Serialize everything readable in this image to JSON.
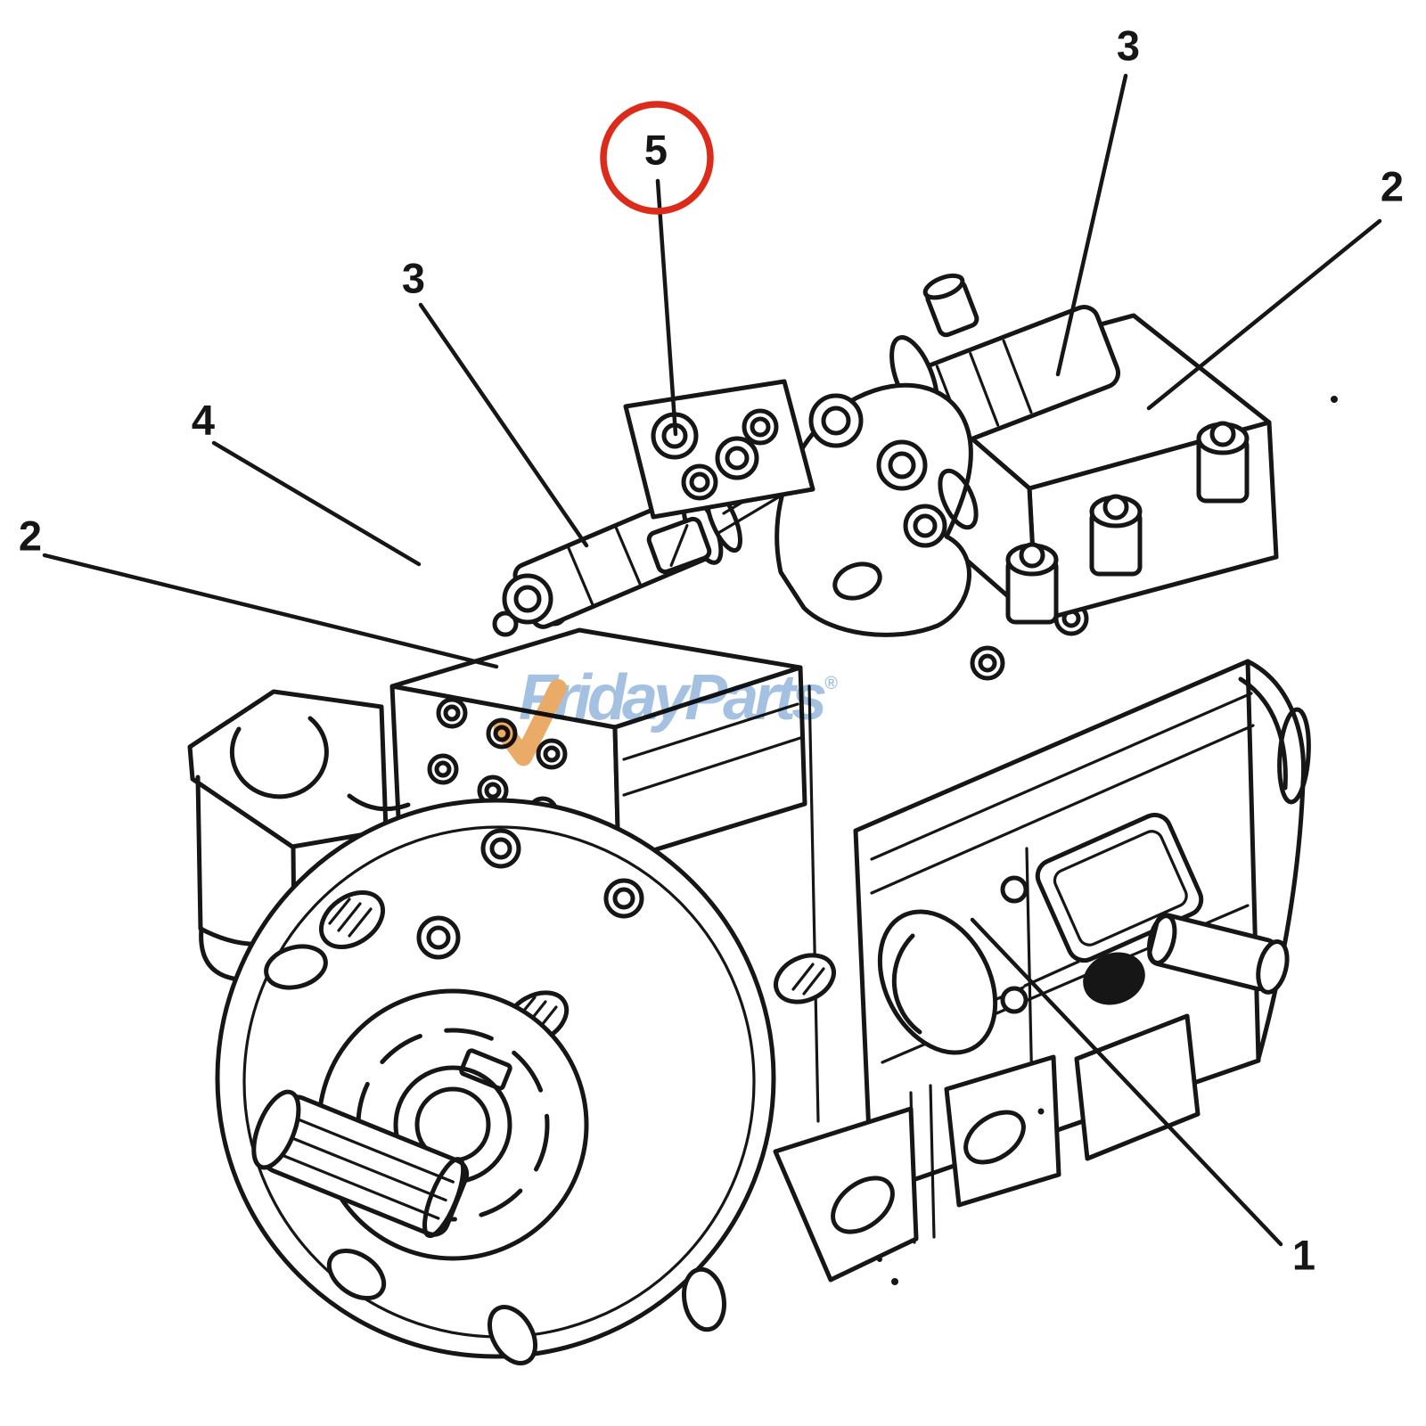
{
  "colors": {
    "line": "#161616",
    "highlight_circle_red": "#dc2b1b",
    "watermark_text_blue": "#9cbcdf",
    "watermark_check_orange": "#e8a45a",
    "background": "#ffffff"
  },
  "watermark": {
    "brand_prefix": "Frida",
    "brand_y": "y",
    "brand_suffix": "Parts",
    "registered_mark": "®"
  },
  "callouts": [
    {
      "label": "5",
      "highlighted": true,
      "position": "top-center"
    },
    {
      "label": "3",
      "highlighted": false,
      "position": "top-right"
    },
    {
      "label": "2",
      "highlighted": false,
      "position": "right"
    },
    {
      "label": "3",
      "highlighted": false,
      "position": "upper-left"
    },
    {
      "label": "4",
      "highlighted": false,
      "position": "left"
    },
    {
      "label": "2",
      "highlighted": false,
      "position": "far-left"
    },
    {
      "label": "1",
      "highlighted": false,
      "position": "bottom-right"
    }
  ]
}
